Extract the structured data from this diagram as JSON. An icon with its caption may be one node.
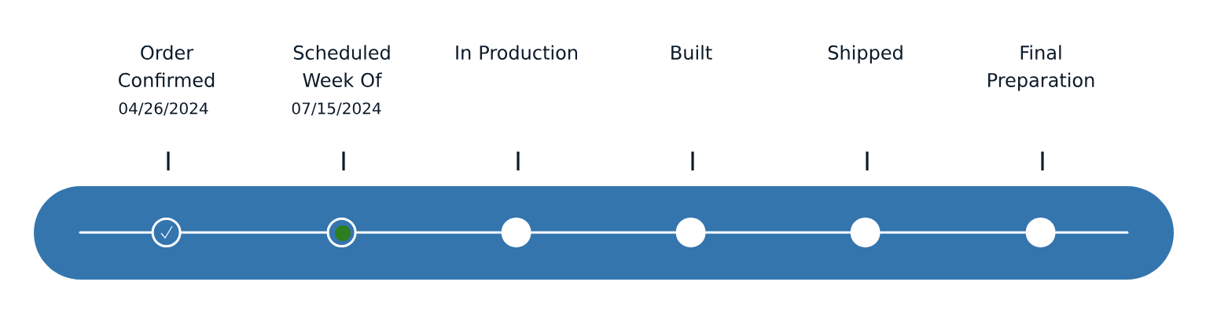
{
  "diagram": {
    "nodes": [
      {
        "text": [],
        "shape": "bar"
      },
      {
        "text": [],
        "shape": "circle",
        "in": 0
      },
      {
        "text": [],
        "shape": "circle",
        "in": 0
      },
      {
        "text": [],
        "shape": "circle",
        "in": 0
      },
      {
        "text": [],
        "shape": "circle",
        "in": 0
      },
      {
        "text": [],
        "shape": "circle",
        "in": 0
      },
      {
        "text": [],
        "shape": "circle",
        "in": 0
      }
    ],
    "labels": [
      "Order Confirmed",
      "Scheduled Week Of",
      "In Production",
      "Built",
      "Shipped",
      "Final Preparation",
      "04/26/2024",
      "07/15/2024"
    ],
    "edges": [
      {
        "from": null,
        "to": 1,
        "arrow": "none"
      },
      {
        "from": 1,
        "to": 2,
        "arrow": "none"
      },
      {
        "from": 2,
        "to": 3,
        "arrow": "none"
      },
      {
        "from": 3,
        "to": 4,
        "arrow": "none"
      },
      {
        "from": 4,
        "to": 5,
        "arrow": "none"
      },
      {
        "from": 5,
        "to": 6,
        "arrow": "none"
      },
      {
        "from": 6,
        "to": null,
        "arrow": "none"
      }
    ]
  }
}
